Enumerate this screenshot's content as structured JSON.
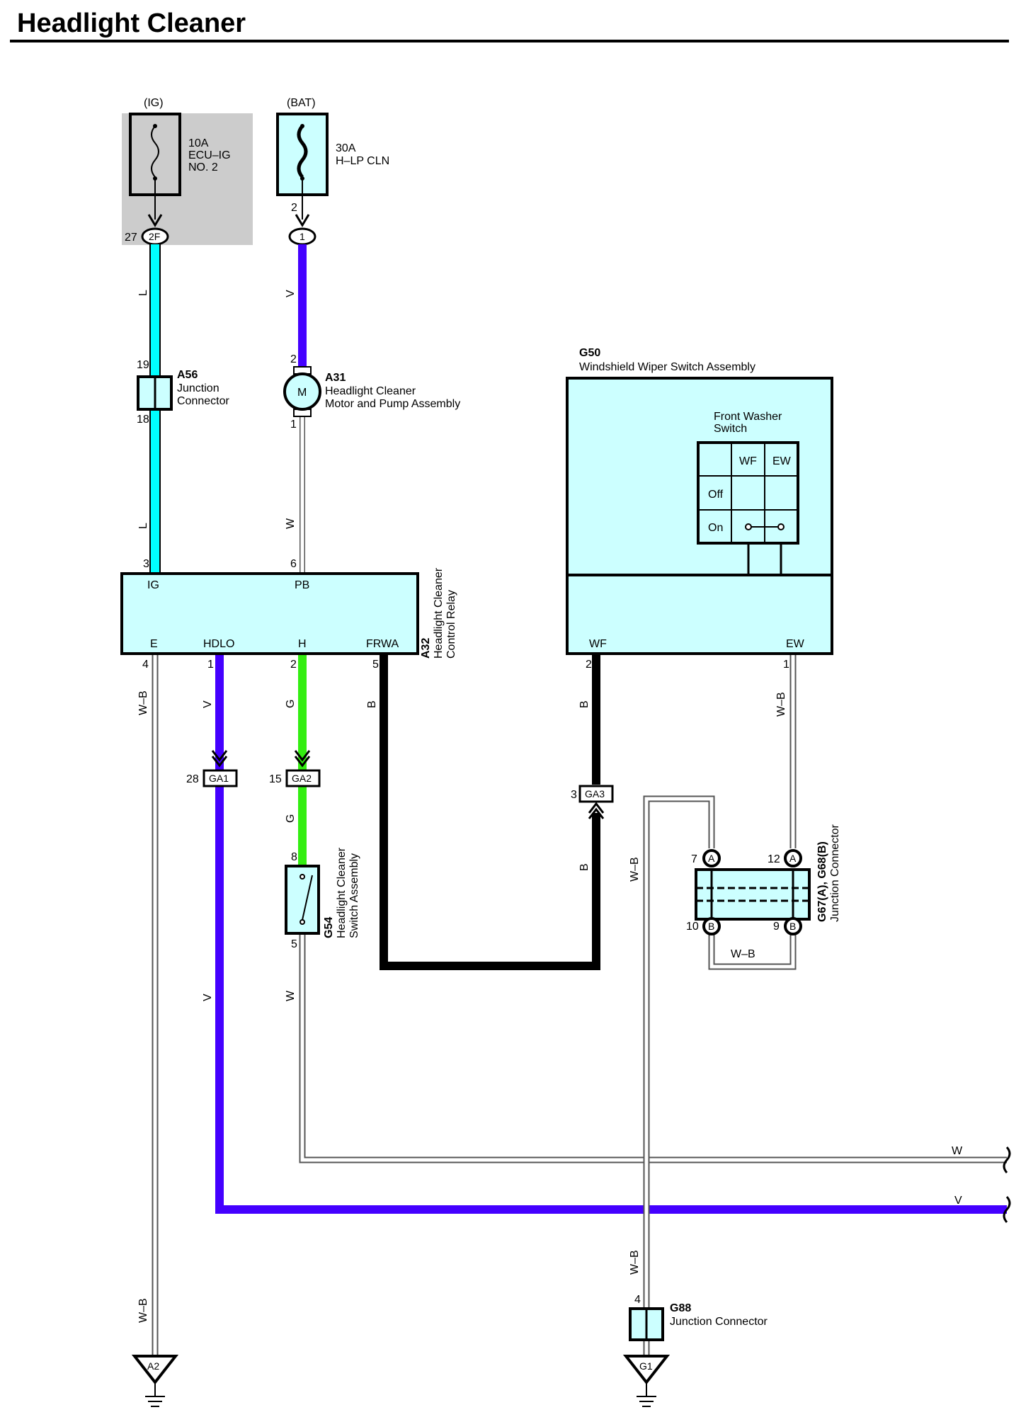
{
  "title": "Headlight Cleaner",
  "colors": {
    "fill_box": "#ccffff",
    "fuse_shade": "#cccccc",
    "wire_L": "#00ffff",
    "wire_V": "#4400ff",
    "wire_G": "#33ee11",
    "wire_B": "#000000",
    "wire_W_outline": "#555555"
  },
  "fuses": {
    "ig": {
      "source": "(IG)",
      "rating": "10A",
      "name1": "ECU–IG",
      "name2": "NO. 2",
      "pin": "27",
      "conn": "2F"
    },
    "bat": {
      "source": "(BAT)",
      "rating": "30A",
      "name": "H–LP CLN",
      "pin": "2",
      "conn": "1"
    }
  },
  "components": {
    "a56": {
      "code": "A56",
      "name1": "Junction",
      "name2": "Connector",
      "pin_top": "19",
      "pin_bottom": "18"
    },
    "a31": {
      "code": "A31",
      "name1": "Headlight Cleaner",
      "name2": "Motor and Pump Assembly",
      "symbol": "M",
      "pin_top": "2",
      "pin_bottom": "1"
    },
    "a32": {
      "code": "A32",
      "name1": "Headlight Cleaner",
      "name2": "Control Relay",
      "terminals": {
        "ig": "IG",
        "pb": "PB",
        "e": "E",
        "hdlo": "HDLO",
        "h": "H",
        "frwa": "FRWA"
      },
      "pins": {
        "ig": "3",
        "pb": "6",
        "e": "4",
        "hdlo": "1",
        "h": "2",
        "frwa": "5"
      }
    },
    "g50": {
      "code": "G50",
      "name": "Windshield Wiper Switch Assembly",
      "switch_title1": "Front Washer",
      "switch_title2": "Switch",
      "cols": [
        "WF",
        "EW"
      ],
      "rows": [
        "Off",
        "On"
      ],
      "terminals": {
        "wf": "WF",
        "ew": "EW"
      },
      "pins": {
        "wf": "2",
        "ew": "1"
      }
    },
    "g54": {
      "code": "G54",
      "name1": "Headlight Cleaner",
      "name2": "Switch Assembly",
      "pin_top": "8",
      "pin_bottom": "5"
    },
    "g67": {
      "code": "G67(A), G68(B)",
      "name": "Junction Connector",
      "pins": {
        "tl": "7",
        "tr": "12",
        "bl": "10",
        "br": "9"
      },
      "letter_a": "A",
      "letter_b": "B"
    },
    "g88": {
      "code": "G88",
      "name": "Junction Connector",
      "pin": "4"
    }
  },
  "connectors": {
    "ga1": {
      "name": "GA1",
      "pin": "28"
    },
    "ga2": {
      "name": "GA2",
      "pin": "15"
    },
    "ga3": {
      "name": "GA3",
      "pin": "3"
    }
  },
  "grounds": {
    "a2": "A2",
    "g1": "G1"
  },
  "wire_labels": {
    "L": "L",
    "V": "V",
    "W": "W",
    "G": "G",
    "B": "B",
    "WB": "W–B"
  }
}
